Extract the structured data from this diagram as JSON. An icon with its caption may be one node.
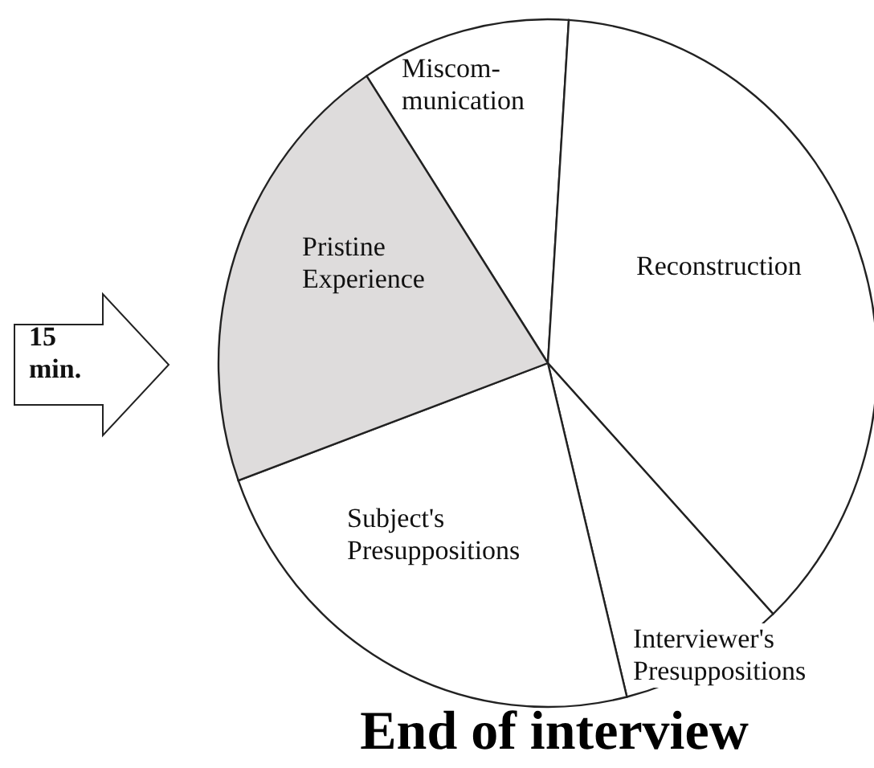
{
  "diagram": {
    "caption": "End of interview",
    "nodes": [
      {
        "text": [
          "15 min."
        ]
      },
      {
        "text": [
          "Miscom- munication"
        ]
      },
      {
        "text": [
          "Reconstruction"
        ]
      },
      {
        "text": [
          "Interviewer's Presuppositions"
        ]
      },
      {
        "text": [
          "Subject's Presuppositions"
        ]
      },
      {
        "text": [
          "Pristine Experience"
        ]
      }
    ],
    "edges": []
  }
}
